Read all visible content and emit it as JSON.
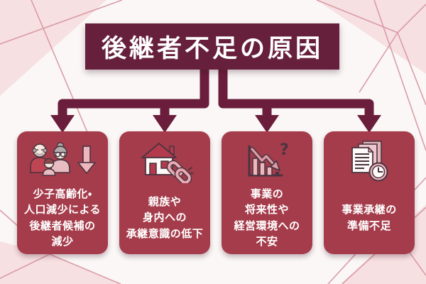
{
  "title": "後継者不足の原因",
  "causes": [
    {
      "icon": "elderly-family-decline-icon",
      "text": "少子高齢化・\n人口減少による\n後継者候補の\n減少"
    },
    {
      "icon": "house-broken-chain-icon",
      "text": "親族や\n身内への\n承継意識の低下"
    },
    {
      "icon": "declining-chart-question-icon",
      "text": "事業の\n将来性や\n経営環境への\n不安"
    },
    {
      "icon": "documents-clock-icon",
      "text": "事業承継の\n準備不足"
    }
  ],
  "colors": {
    "title_bg": "#67203c",
    "card_bg": "#a53c4b",
    "arrow": "#6b1e3c",
    "text": "#ffffff",
    "background": "#faf7f6",
    "decoration_line": "#d794a0",
    "decoration_fill": "#f7e0e2",
    "icon_outline": "#4a3440",
    "icon_pink": "#eeb6bd",
    "icon_red": "#b23a4c"
  }
}
